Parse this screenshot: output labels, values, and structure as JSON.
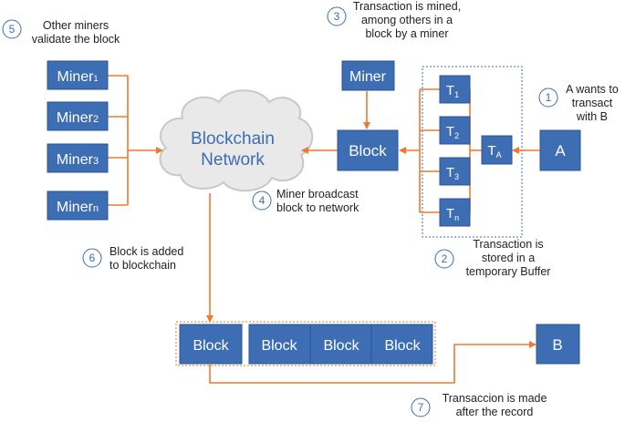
{
  "miners": [
    {
      "base": "Miner",
      "sub": "1"
    },
    {
      "base": "Miner",
      "sub": "2"
    },
    {
      "base": "Miner",
      "sub": "3"
    },
    {
      "base": "Miner",
      "sub": "n"
    }
  ],
  "miner_top": "Miner",
  "cloud": {
    "line1": "Blockchain",
    "line2": "Network"
  },
  "block_label": "Block",
  "transactions": [
    {
      "base": "T",
      "sub": "1"
    },
    {
      "base": "T",
      "sub": "2"
    },
    {
      "base": "T",
      "sub": "3"
    },
    {
      "base": "T",
      "sub": "n"
    }
  ],
  "ta": {
    "base": "T",
    "sub": "A"
  },
  "node_a": "A",
  "node_b": "B",
  "chain_blocks": [
    "Block",
    "Block",
    "Block",
    "Block"
  ],
  "steps": [
    {
      "num": "1",
      "lines": [
        "A wants to",
        "transact",
        "with B"
      ]
    },
    {
      "num": "2",
      "lines": [
        "Transaction is",
        "stored in a",
        "temporary Buffer"
      ]
    },
    {
      "num": "3",
      "lines": [
        "Transaction is mined,",
        "among others in a",
        "block by a miner"
      ]
    },
    {
      "num": "4",
      "lines": [
        "Miner broadcast",
        "block to network"
      ]
    },
    {
      "num": "5",
      "lines": [
        "Other miners",
        "validate the block"
      ]
    },
    {
      "num": "6",
      "lines": [
        "Block is added",
        "to blockchain"
      ]
    },
    {
      "num": "7",
      "lines": [
        "Transaccion is made",
        "after the record"
      ]
    }
  ],
  "colors": {
    "box": "#3d6db3",
    "arrow": "#ee7a30",
    "cloud": "#e8e8e8"
  }
}
